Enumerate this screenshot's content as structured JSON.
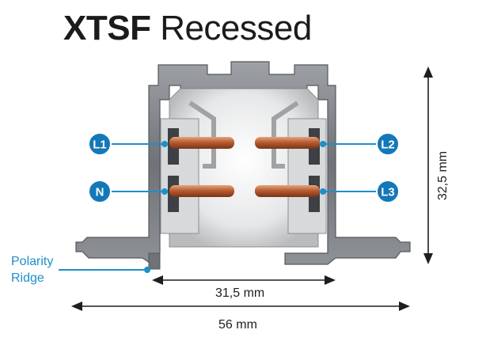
{
  "title": {
    "bold": "XTSF",
    "light": "Recessed"
  },
  "conductors": {
    "l1": "L1",
    "n": "N",
    "l2": "L2",
    "l3": "L3"
  },
  "polarity": {
    "line1": "Polarity",
    "line2": "Ridge"
  },
  "dimensions": {
    "height": "32,5 mm",
    "inner_width": "31,5 mm",
    "outer_width": "56 mm"
  },
  "colors": {
    "accent": "#1d8fc9",
    "marker_fill": "#1478b8",
    "aluminum": "#7d8084",
    "copper": "#c26a3e"
  }
}
